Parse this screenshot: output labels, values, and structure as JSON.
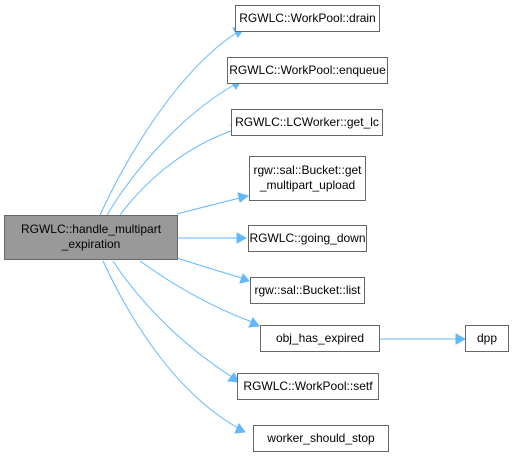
{
  "graph": {
    "root": {
      "line1": "RGWLC::handle_multipart",
      "line2": "_expiration"
    },
    "callees": [
      {
        "id": "drain",
        "lines": [
          "RGWLC::WorkPool::drain"
        ]
      },
      {
        "id": "enqueue",
        "lines": [
          "RGWLC::WorkPool::enqueue"
        ]
      },
      {
        "id": "get_lc",
        "lines": [
          "RGWLC::LCWorker::get_lc"
        ]
      },
      {
        "id": "get_multipart_upload",
        "lines": [
          "rgw::sal::Bucket::get",
          "_multipart_upload"
        ]
      },
      {
        "id": "going_down",
        "lines": [
          "RGWLC::going_down"
        ]
      },
      {
        "id": "list",
        "lines": [
          "rgw::sal::Bucket::list"
        ]
      },
      {
        "id": "obj_has_expired",
        "lines": [
          "obj_has_expired"
        ]
      },
      {
        "id": "setf",
        "lines": [
          "RGWLC::WorkPool::setf"
        ]
      },
      {
        "id": "worker_should_stop",
        "lines": [
          "worker_should_stop"
        ]
      }
    ],
    "secondary": [
      {
        "id": "dpp",
        "lines": [
          "dpp"
        ],
        "caller": "obj_has_expired"
      }
    ],
    "edge_color": "#63b8ff",
    "root_fill": "#999999",
    "node_border": "#666666"
  }
}
